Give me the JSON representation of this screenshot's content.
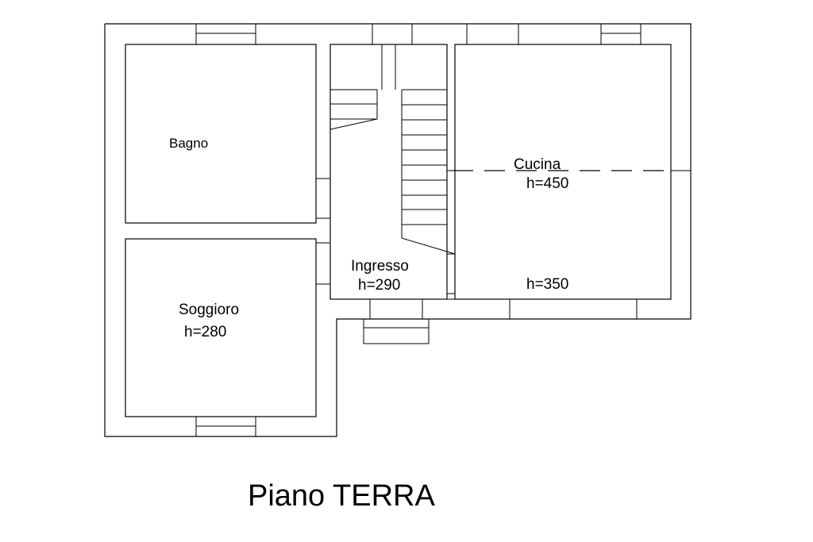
{
  "plan": {
    "title": "Piano TERRA",
    "rooms": {
      "bagno": {
        "name": "Bagno"
      },
      "soggiorno": {
        "name": "Soggioro",
        "height": "h=280"
      },
      "ingresso": {
        "name": "Ingresso",
        "height": "h=290"
      },
      "cucina": {
        "name": "Cucina",
        "height_upper": "h=450",
        "height_lower": "h=350"
      }
    }
  }
}
